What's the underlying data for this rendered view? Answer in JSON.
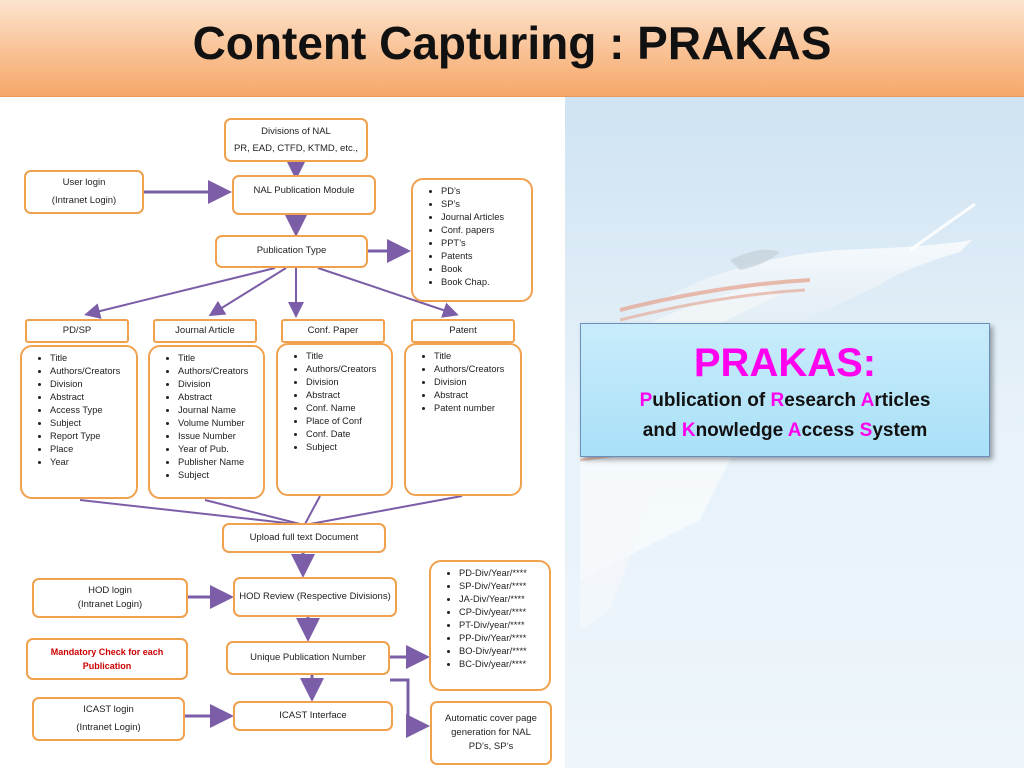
{
  "slide": {
    "title": "Content Capturing : PRAKAS"
  },
  "diagram": {
    "divisions": [
      "Divisions of NAL",
      "PR, EAD, CTFD, KTMD, etc.,"
    ],
    "user_login": [
      "User login",
      "(Intranet Login)"
    ],
    "nal_module": "NAL Publication Module",
    "publication_type": "Publication Type",
    "types_list": [
      "PD’s",
      "SP’s",
      "Journal Articles",
      "Conf. papers",
      "PPT’s",
      "Patents",
      "Book",
      "Book Chap."
    ],
    "categories": [
      {
        "label": "PD/SP",
        "fields": [
          "Title",
          "Authors/Creators",
          "Division",
          "Abstract",
          "Access Type",
          "Subject",
          "Report Type",
          "Place",
          "Year"
        ]
      },
      {
        "label": "Journal Article",
        "fields": [
          "Title",
          "Authors/Creators",
          "Division",
          "Abstract",
          "Journal Name",
          "Volume Number",
          "Issue Number",
          "Year of Pub.",
          "Publisher Name",
          "Subject"
        ]
      },
      {
        "label": "Conf. Paper",
        "fields": [
          "Title",
          "Authors/Creators",
          "Division",
          "Abstract",
          "Conf. Name",
          "Place of Conf",
          "Conf. Date",
          "Subject"
        ]
      },
      {
        "label": "Patent",
        "fields": [
          "Title",
          "Authors/Creators",
          "Division",
          "Abstract",
          "Patent number"
        ]
      }
    ],
    "upload": "Upload full text Document",
    "hod_login": [
      "HOD login",
      "(Intranet Login)"
    ],
    "hod_review": "HOD Review (Respective Divisions)",
    "mandatory": [
      "Mandatory Check for each",
      "Publication"
    ],
    "unique_number": "Unique Publication Number",
    "number_formats": [
      "PD-Div/Year/****",
      "SP-Div/Year/****",
      "JA-Div/Year/****",
      "CP-Div/year/****",
      "PT-Div/year/****",
      "PP-Div/Year/****",
      "BO-Div/year/****",
      "BC-Div/year/****"
    ],
    "icast_login": [
      "ICAST login",
      "(Intranet Login)"
    ],
    "icast_interface": "ICAST Interface",
    "cover_page": [
      "Automatic cover page",
      "generation for NAL",
      "PD’s, SP’s"
    ]
  },
  "callout": {
    "heading": "PRAKAS:",
    "line1": [
      {
        "hl": "P",
        "rest": "ublication of "
      },
      {
        "hl": "R",
        "rest": "esearch "
      },
      {
        "hl": "A",
        "rest": "rticles"
      }
    ],
    "line2": [
      {
        "hl": "",
        "rest": "and "
      },
      {
        "hl": "K",
        "rest": "nowledge "
      },
      {
        "hl": "A",
        "rest": "ccess "
      },
      {
        "hl": "S",
        "rest": "ystem"
      }
    ]
  },
  "colors": {
    "box_border": "#f0a14d",
    "arrow": "#7b5ea7",
    "highlight": "#ff00ee",
    "mandatory_text": "#cc0000"
  }
}
